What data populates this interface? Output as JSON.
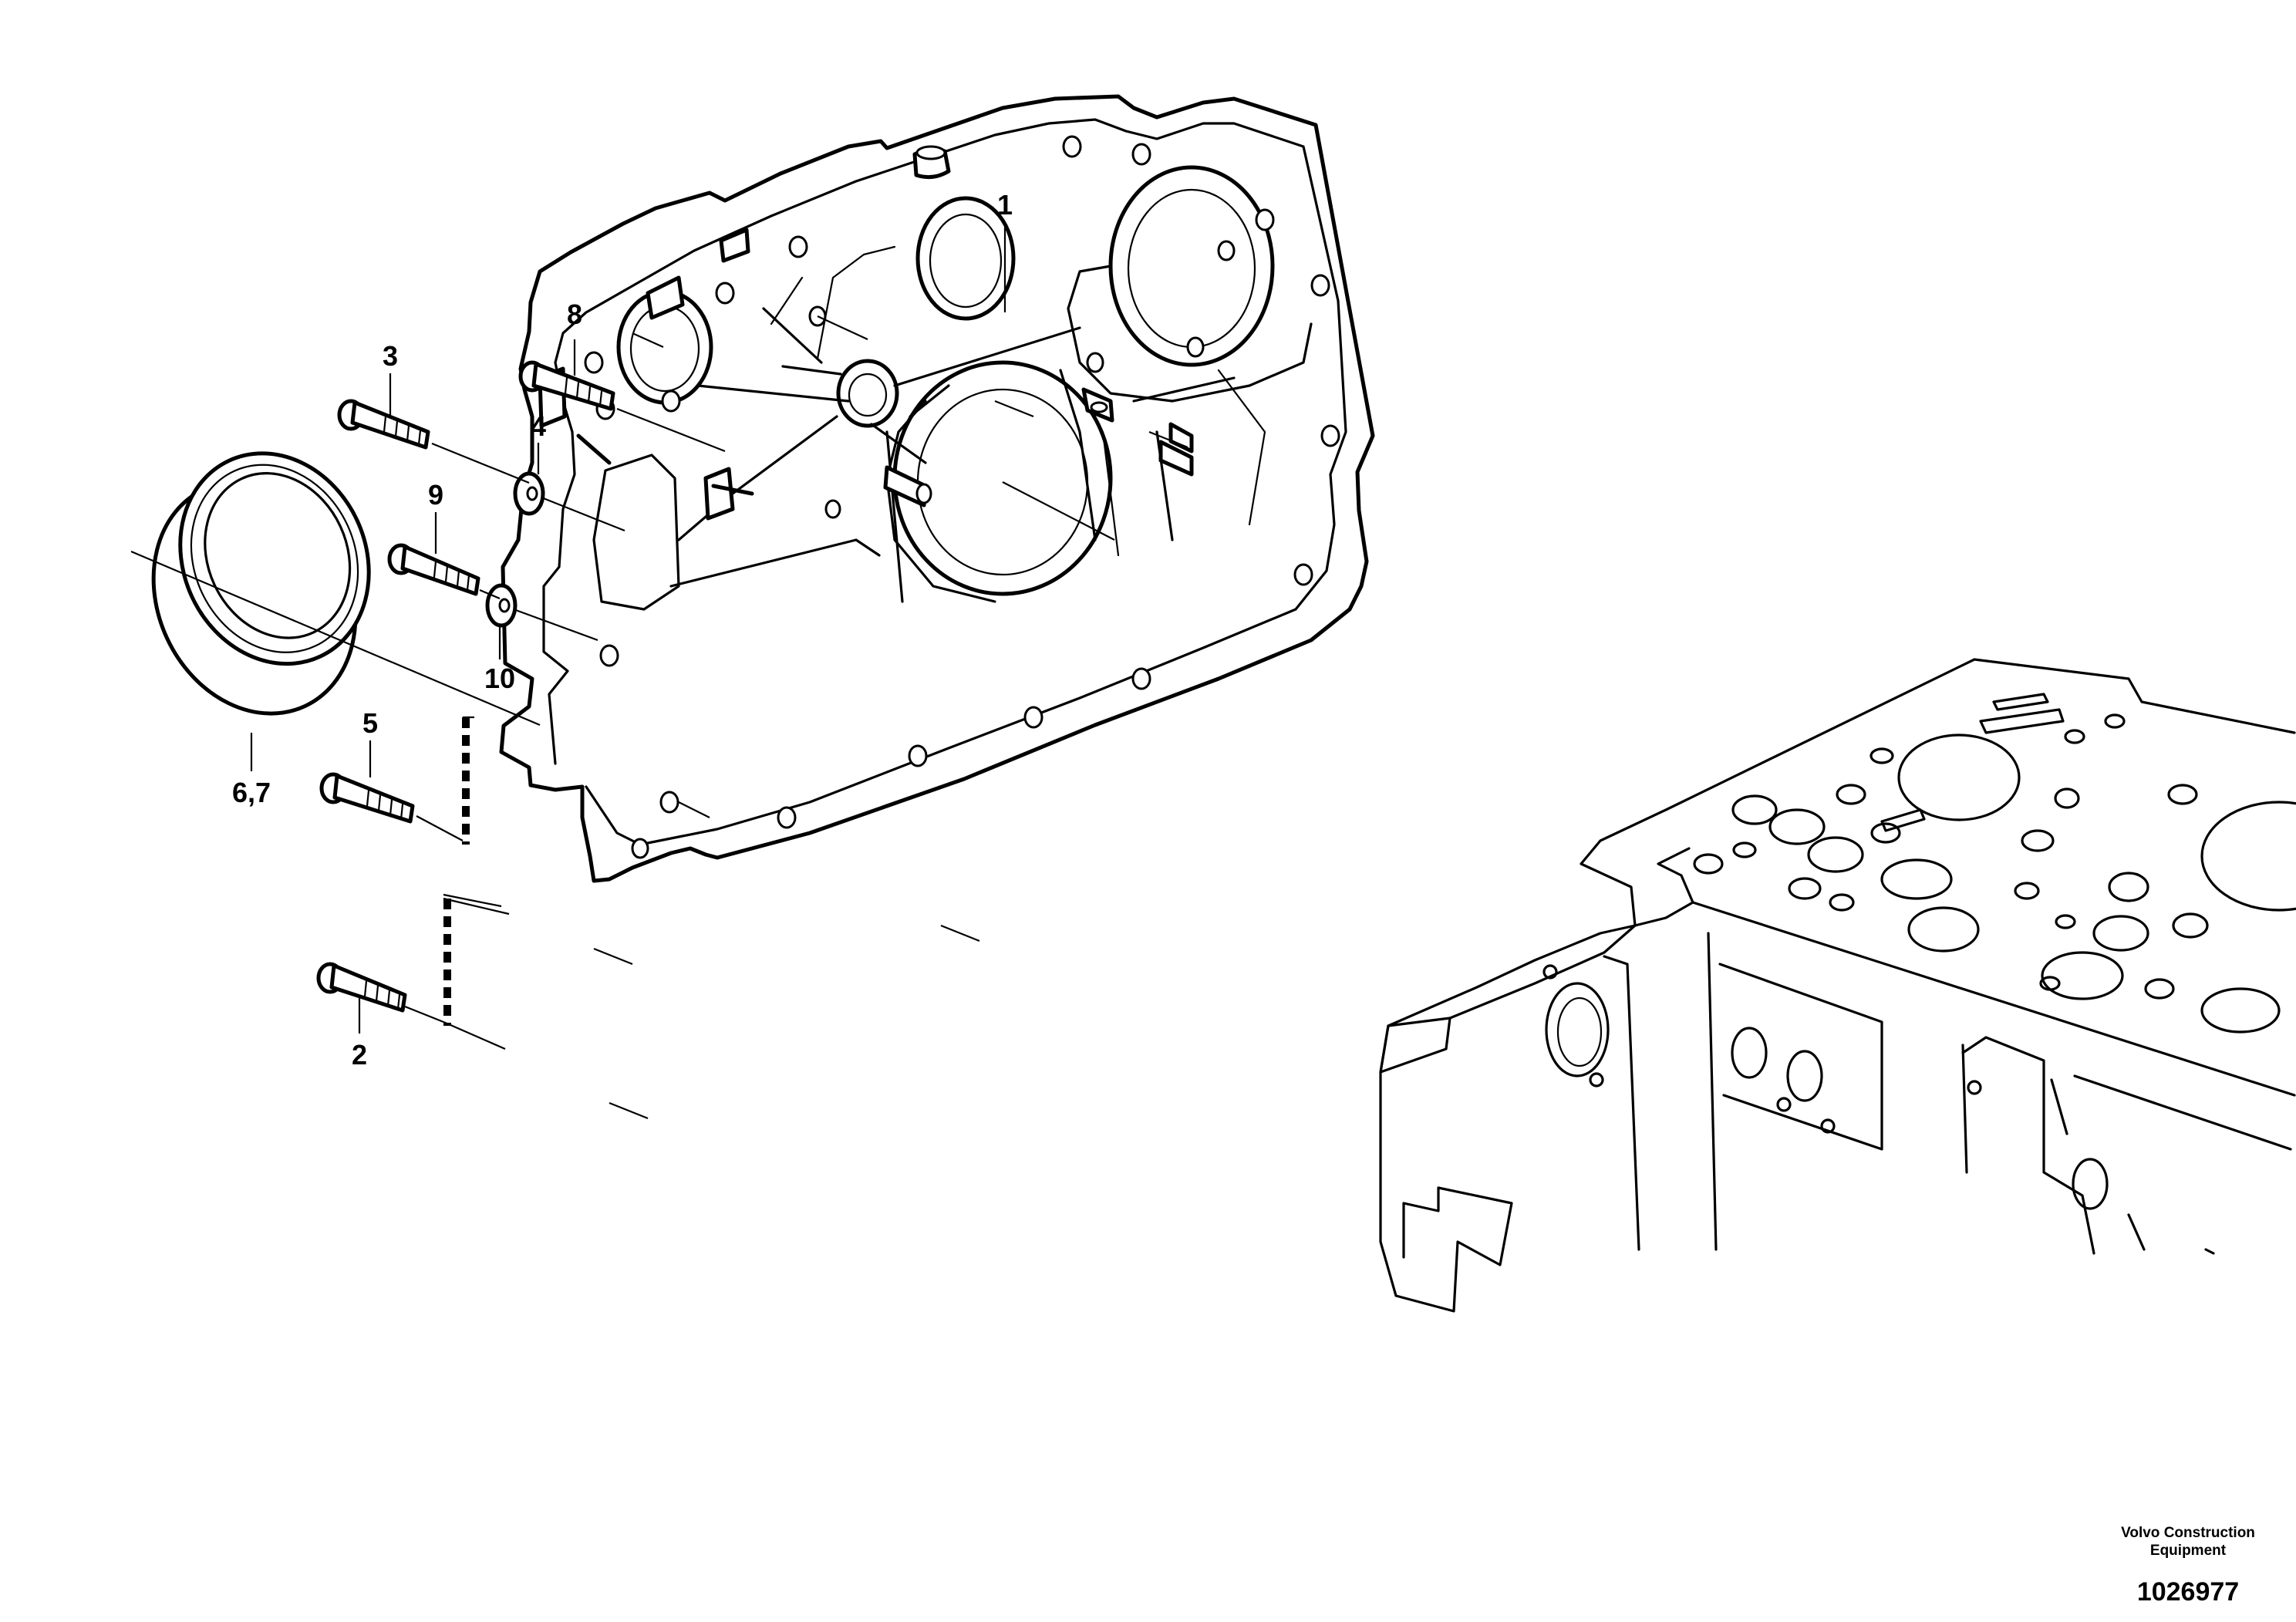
{
  "callouts": {
    "c1": "1",
    "c2": "2",
    "c3": "3",
    "c4": "4",
    "c5": "5",
    "c67": "6,7",
    "c8": "8",
    "c9": "9",
    "c10": "10"
  },
  "footer": {
    "credit_line1": "Volvo Construction",
    "credit_line2": "Equipment",
    "doc_number": "1026977"
  }
}
